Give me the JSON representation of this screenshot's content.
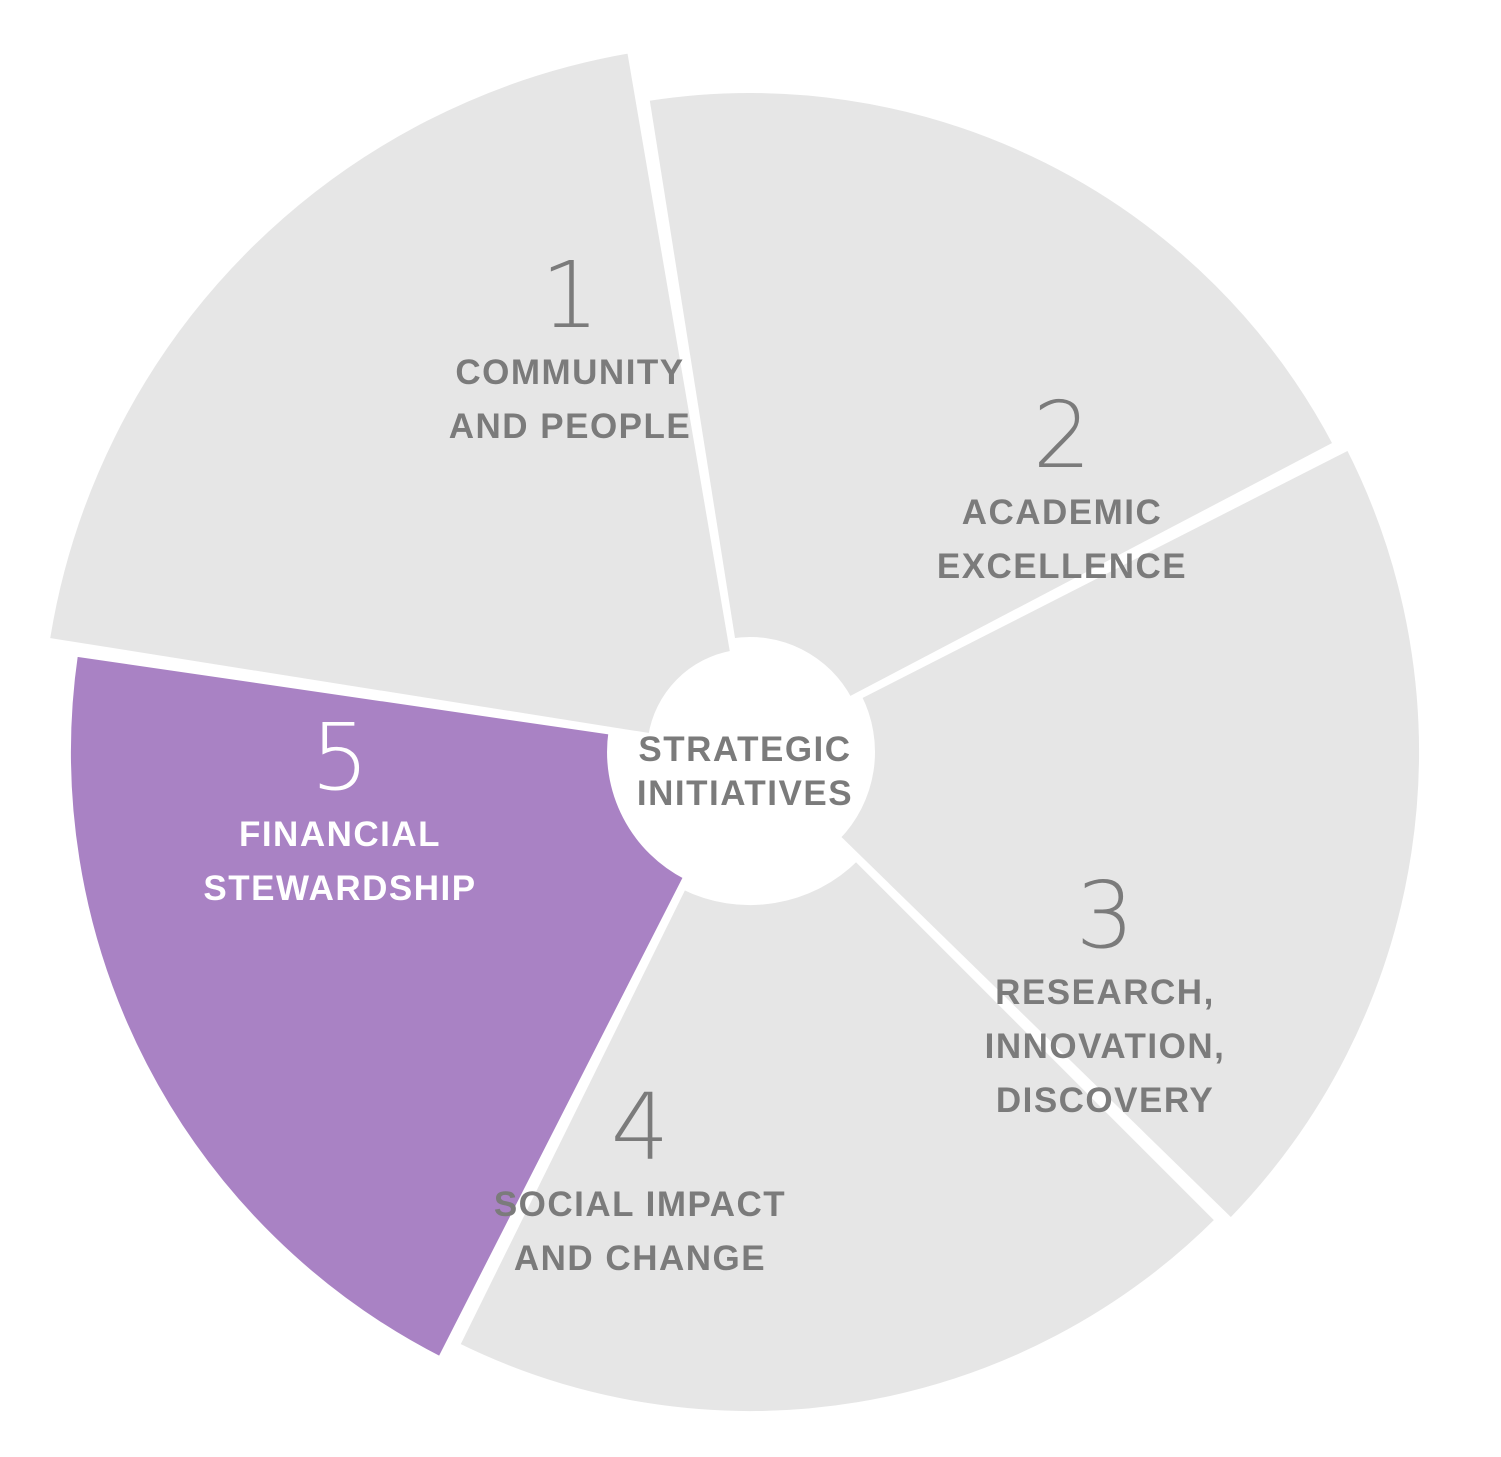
{
  "center": {
    "line1": "STRATEGIC",
    "line2": "INITIATIVES"
  },
  "colors": {
    "segment_fill": "#e6e6e6",
    "highlight_fill": "#a982c4",
    "text_gray": "#7b7b7b",
    "text_white": "#ffffff",
    "separator": "#ffffff"
  },
  "segments": [
    {
      "id": 1,
      "number": "1",
      "lines": [
        "COMMUNITY",
        "AND PEOPLE"
      ],
      "highlighted": false
    },
    {
      "id": 2,
      "number": "2",
      "lines": [
        "ACADEMIC",
        "EXCELLENCE"
      ],
      "highlighted": false
    },
    {
      "id": 3,
      "number": "3",
      "lines": [
        "RESEARCH,",
        "INNOVATION,",
        "DISCOVERY"
      ],
      "highlighted": false
    },
    {
      "id": 4,
      "number": "4",
      "lines": [
        "SOCIAL IMPACT",
        "AND CHANGE"
      ],
      "highlighted": false
    },
    {
      "id": 5,
      "number": "5",
      "lines": [
        "FINANCIAL",
        "STEWARDSHIP"
      ],
      "highlighted": true
    }
  ]
}
